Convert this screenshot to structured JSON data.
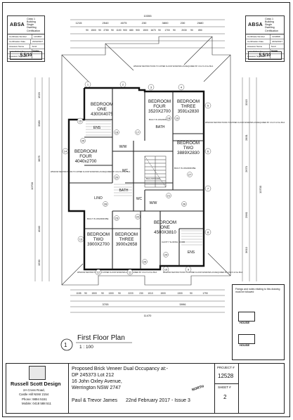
{
  "absa_left": {
    "logo": "ABSA",
    "class_text": "Class 1 Building\nSingle Dwelling\nCertification",
    "rows": [
      [
        "Certificate Number",
        "1234567"
      ],
      [
        "Certification Date",
        "22/02/2017"
      ],
      [
        "Assessor Name",
        "Scott Design"
      ],
      [
        "Accreditation No.",
        "10055"
      ],
      [
        "Assessor Signature",
        ""
      ]
    ],
    "star_rating": "5.5/10"
  },
  "absa_right": {
    "logo": "ABSA",
    "class_text": "Class 1 Building\nSingle Dwelling\nCertification",
    "rows": [
      [
        "Certificate Number",
        "1234568"
      ],
      [
        "Certification Date",
        "22/02/2017"
      ],
      [
        "Assessor Name",
        "Scott Design"
      ],
      [
        "Accreditation No.",
        "10055"
      ],
      [
        "Assessor Signature",
        ""
      ]
    ],
    "star_rating": "5.5/10"
  },
  "plan": {
    "rooms": [
      {
        "name": "BEDROOM",
        "sub": "ONE",
        "dims": "4300X4075"
      },
      {
        "name": "BEDROOM",
        "sub": "FOUR",
        "dims": "3520X2700"
      },
      {
        "name": "BEDROOM",
        "sub": "THREE",
        "dims": "3591x2830"
      },
      {
        "name": "BEDROOM",
        "sub": "TWO",
        "dims": "3889X2830"
      },
      {
        "name": "BEDROOM",
        "sub": "FOUR",
        "dims": "4040x2700"
      },
      {
        "name": "BEDROOM",
        "sub": "TWO",
        "dims": "3900X2700"
      },
      {
        "name": "BEDROOM",
        "sub": "THREE",
        "dims": "3900x2658"
      },
      {
        "name": "BEDROOM",
        "sub": "ONE",
        "dims": "4500X3810"
      }
    ],
    "labels": {
      "ens_top": "ENS",
      "ens_bottom": "ENS",
      "wiw_top": "W/W",
      "wiw_bottom": "W/W",
      "bath_top": "BATH",
      "bath_bottom": "BATH",
      "wc_top": "WC",
      "wc_bottom": "WC",
      "lino": "LINO",
      "built_in_wardrobe": "BUILT IN WARDROBE",
      "balustrade": "BALUSTRADE",
      "window_note": "WINDOW RESTRICTIONS TO UPPER FLOOR WINDOWS AS REQUIRED BY 3.9.2.5 of the BCA",
      "cavity_sliding_door": "CAVITY SLIDING DOOR"
    },
    "top_dims_overall": "10355",
    "top_dims_row1": [
      "1215",
      "2540",
      "4075",
      "230",
      "3800",
      "230",
      "2680"
    ],
    "top_dims_row2": [
      "90",
      "1500",
      "90",
      "2780",
      "90",
      "1100",
      "900",
      "680",
      "900",
      "1500",
      "1670",
      "90",
      "1700",
      "90",
      "2030",
      "90",
      "850"
    ],
    "left_dims": [
      "1520",
      "3380",
      "3875",
      "10700",
      "4040",
      "1530"
    ],
    "right_dims": [
      "3315",
      "2831",
      "2670",
      "10700",
      "2961",
      "3610"
    ],
    "bottom_dims_row1": [
      "1155",
      "90",
      "1500",
      "90",
      "1300",
      "90",
      "2220",
      "230",
      "1010",
      "1500",
      "1300",
      "90",
      "1790"
    ],
    "bottom_dims_row2": [
      "3705",
      "5996"
    ],
    "bottom_dims_overall": "11470",
    "window_nos": [
      "1",
      "2",
      "3",
      "4",
      "5",
      "6",
      "7",
      "8",
      "9",
      "10",
      "11",
      "12",
      "13",
      "14",
      "15",
      "16",
      "17",
      "18",
      "19",
      "20",
      "21",
      "22",
      "23",
      "24",
      "25",
      "26",
      "27",
      "28",
      "29"
    ]
  },
  "plan_title": {
    "number": "1",
    "title": "First Floor Plan",
    "scale": "1 : 100"
  },
  "title_block": {
    "company": "Russell Scott Design",
    "address_1": "2A Cross Road,",
    "address_2": "Castle Hill NSW 2154",
    "phone": "Phone: 9894 5151",
    "mobile": "Mobile: 0418 588 511",
    "project_line1": "Proposed Brick Veneer Dual Occupancy at:-",
    "project_line2": "DP 245373 Lot 212",
    "project_line3": "16 John Oxley Avenue,",
    "project_line4": "Werrington NSW 2747",
    "client": "Paul & Trevor James",
    "date_issue": "22nd February 2017 - Issue 3",
    "project_label": "PROJECT #",
    "project_no": "12528",
    "sheet_label": "SHEET #",
    "sheet_no": "2",
    "north": "NORTH"
  },
  "side_notes": {
    "note_title": "Fixings and notes relating to this drawing must be followed",
    "house_label_1": "HOUSE",
    "house_label_2": "HOUSE"
  }
}
